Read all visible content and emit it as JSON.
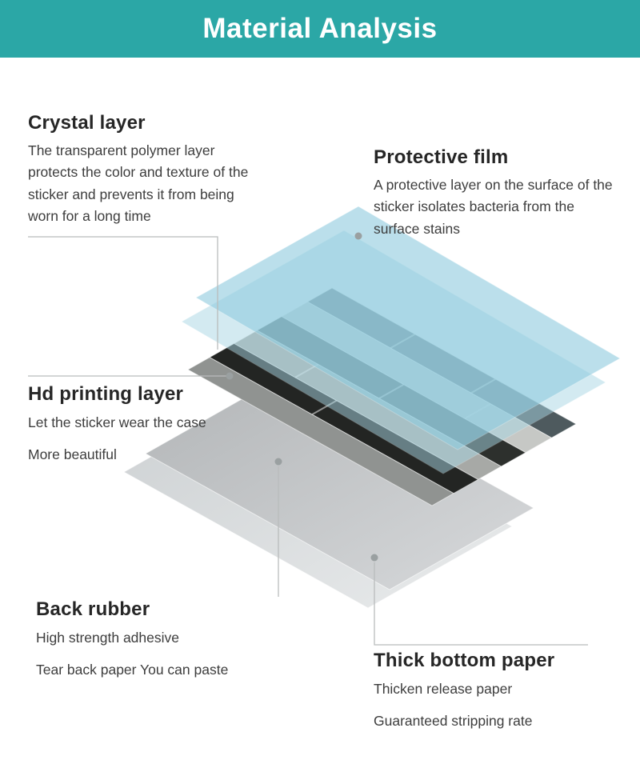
{
  "header": {
    "title": "Material Analysis"
  },
  "colors": {
    "accent_teal": "#2ba7a6",
    "film_blue": "#9ed2e2",
    "leader_gray": "#b9bcbc"
  },
  "sections": {
    "crystal_layer": {
      "title": "Crystal layer",
      "description": "The transparent polymer layer protects the color and texture of the sticker and prevents it from being worn for a long time"
    },
    "protective_film": {
      "title": "Protective film",
      "description": "A protective layer on the surface of the sticker isolates bacteria from the surface stains"
    },
    "hd_printing_layer": {
      "title": "Hd printing layer",
      "line1": "Let the sticker wear the case",
      "line2": "More beautiful"
    },
    "back_rubber": {
      "title": "Back rubber",
      "line1": "High strength adhesive",
      "line2": "Tear back paper You can paste"
    },
    "thick_bottom_paper": {
      "title": "Thick bottom paper",
      "line1": "Thicken release paper",
      "line2": "Guaranteed stripping rate"
    }
  }
}
